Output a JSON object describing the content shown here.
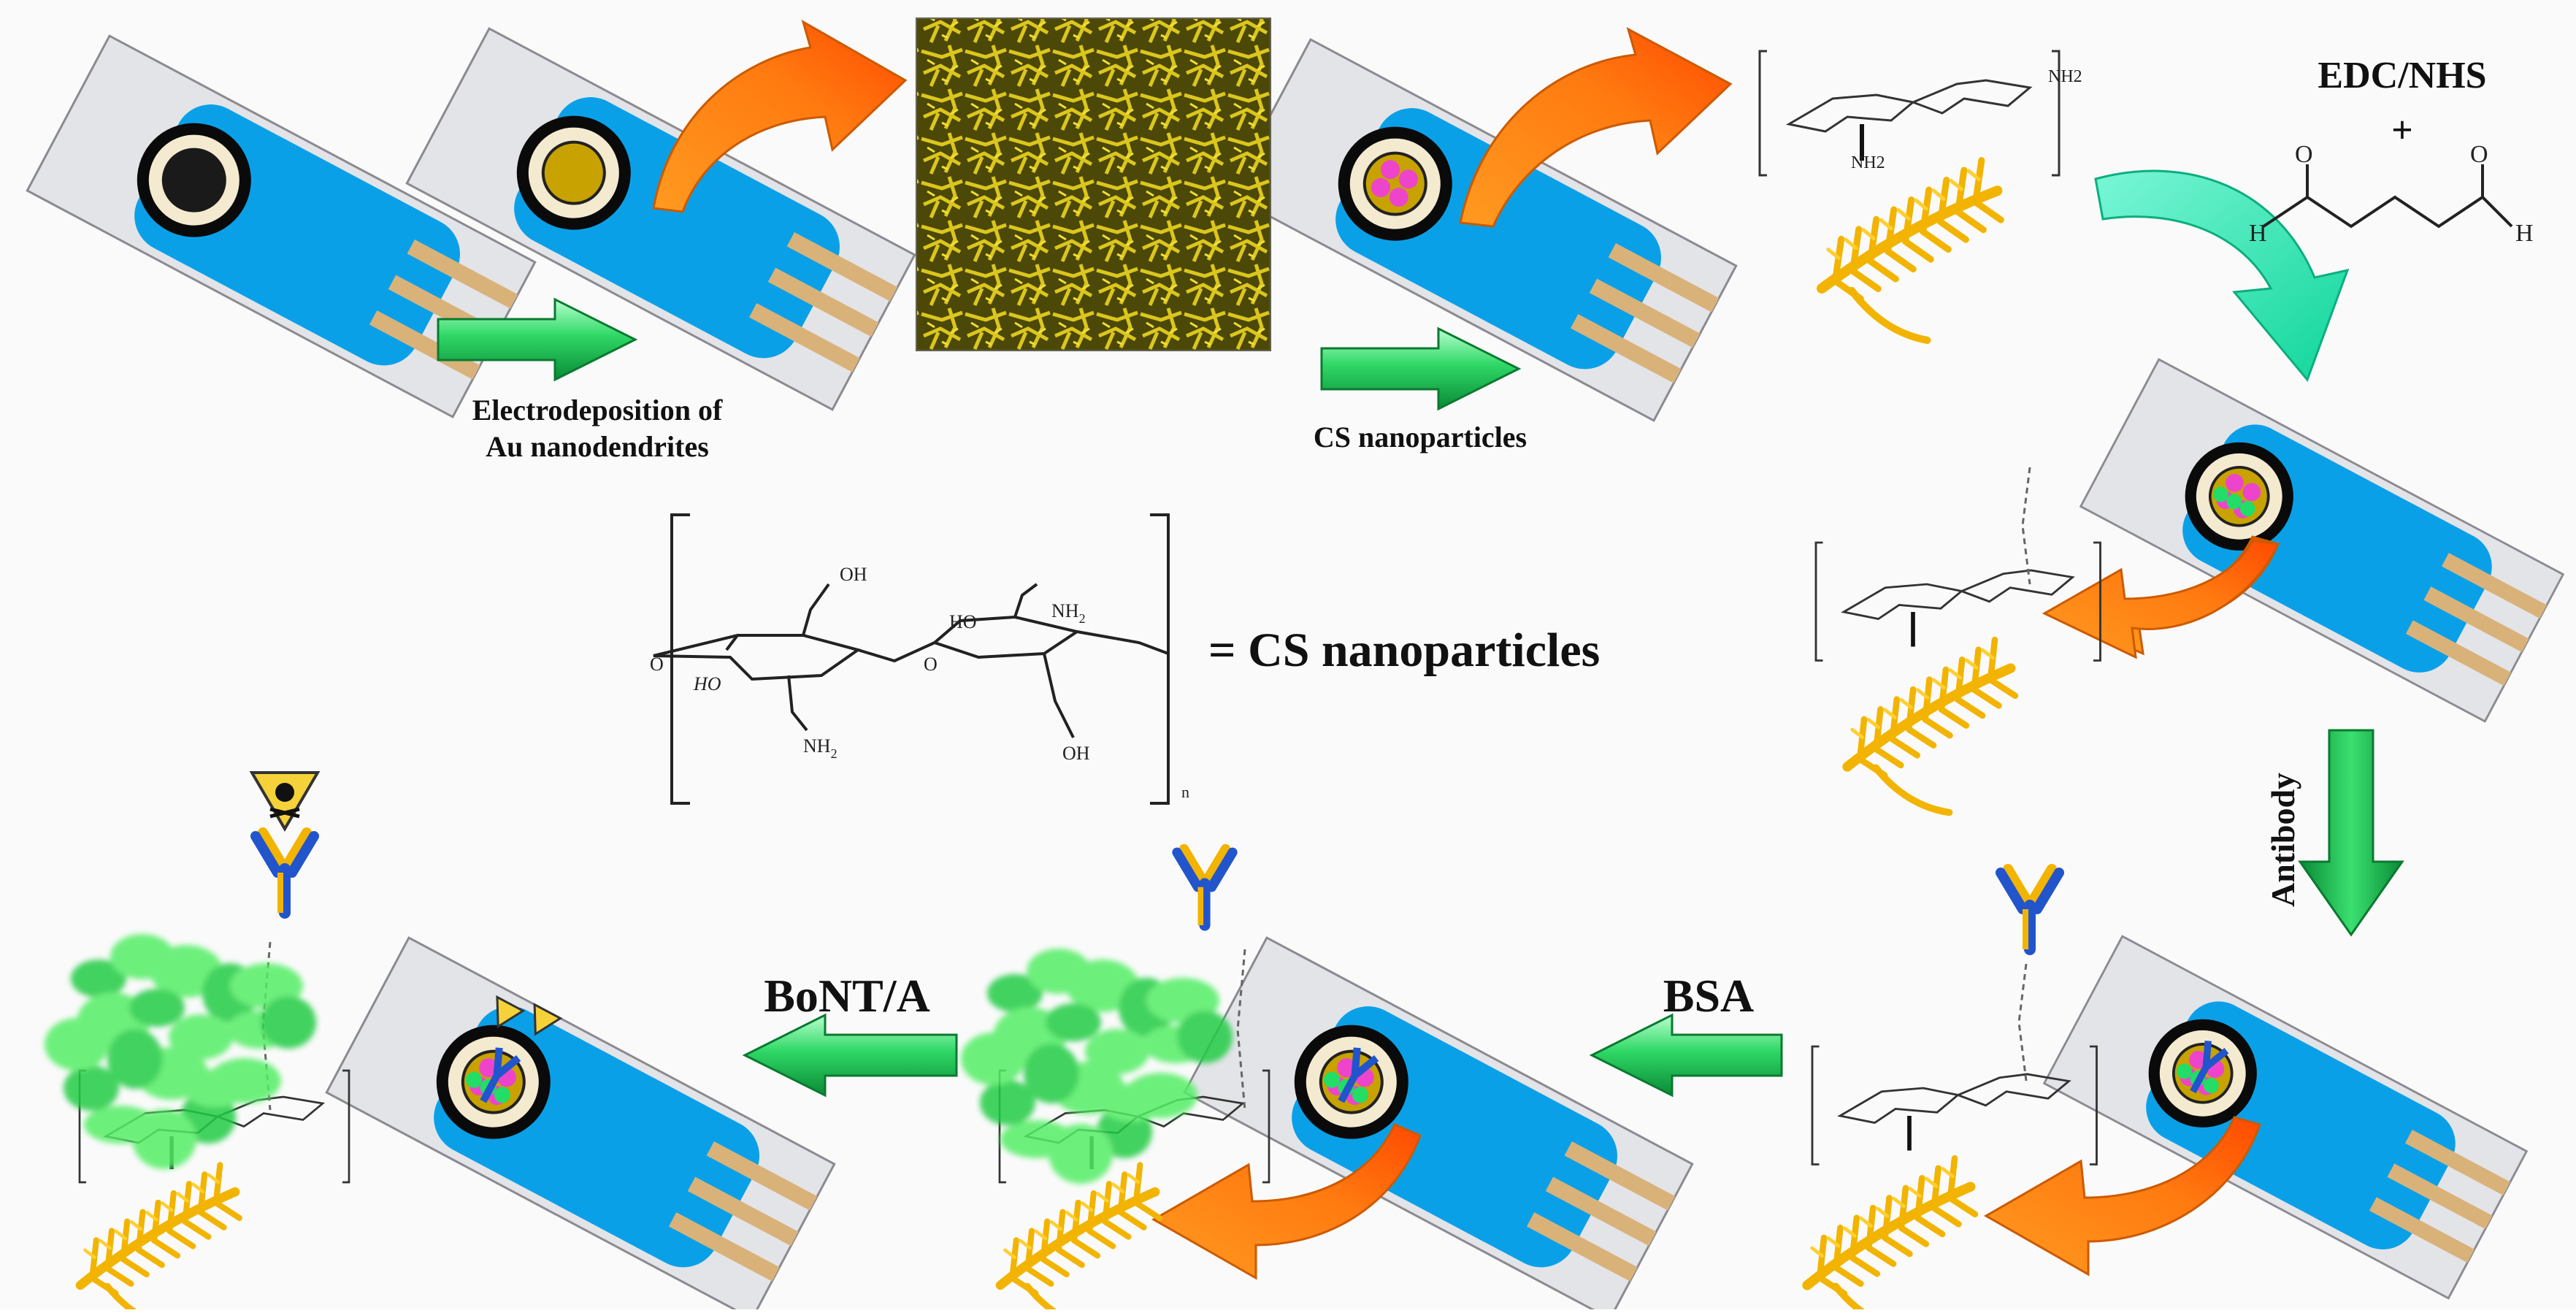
{
  "labels": {
    "electrodeposition_line1": "Electrodeposition of",
    "electrodeposition_line2": "Au nanodendrites",
    "cs_nanoparticles_step": "CS nanoparticles",
    "edc_nhs": "EDC/NHS",
    "plus": "+",
    "antibody": "Antibody",
    "bsa": "BSA",
    "bont_a": "BoNT/A",
    "cs_equals": "= CS nanoparticles"
  },
  "chem": {
    "oh": "OH",
    "ho": "HO",
    "nh2": "NH",
    "sub2": "2",
    "n": "n",
    "o": "O",
    "h": "H"
  },
  "colors": {
    "electrode_blue": "#0aa0e8",
    "strip_gray": "#e3e4e8",
    "contact_tan": "#d9b27a",
    "arrow_green": "#33dd66",
    "arrow_orange": "#ff7a10",
    "arrow_teal": "#22eeaa",
    "gold": "#f2b400",
    "antibody_blue": "#2255cc",
    "antibody_yellow": "#f2b400",
    "hazard_yellow": "#f6d23a"
  }
}
